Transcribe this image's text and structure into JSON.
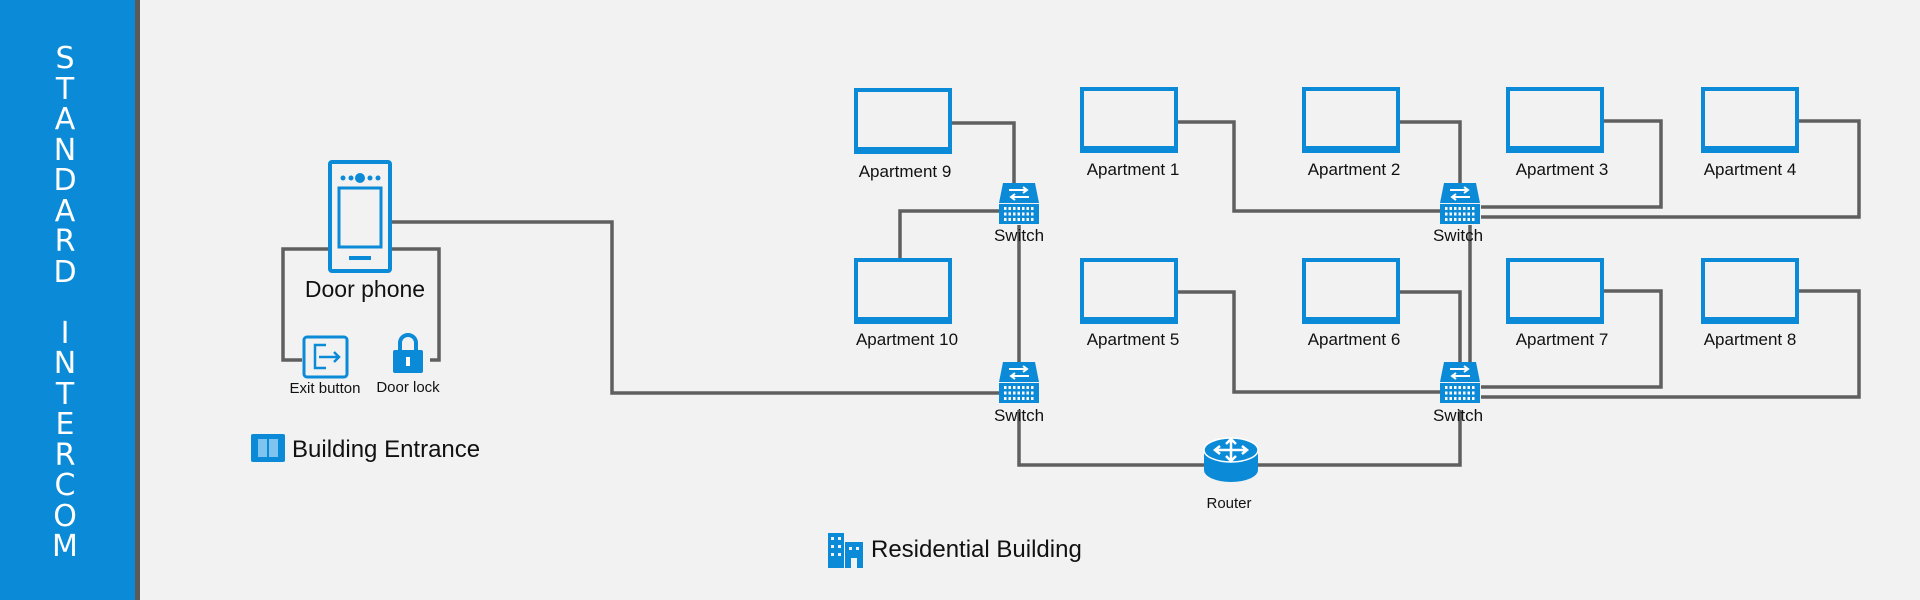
{
  "sidebar": {
    "title": "STANDARD INTERCOM"
  },
  "entrance": {
    "door_phone": "Door phone",
    "exit_button": "Exit button",
    "door_lock": "Door lock",
    "section_title": "Building Entrance"
  },
  "building": {
    "section_title": "Residential Building",
    "apartments": [
      "Apartment 9",
      "Apartment 1",
      "Apartment 2",
      "Apartment 3",
      "Apartment 4",
      "Apartment 10",
      "Apartment 5",
      "Apartment 6",
      "Apartment 7",
      "Apartment 8"
    ],
    "switch_label": "Switch",
    "router_label": "Router"
  },
  "colors": {
    "accent": "#0b8ad8",
    "line": "#5f5f5f",
    "background": "#f2f2f2"
  },
  "icons": [
    "door-phone-icon",
    "exit-button-icon",
    "door-lock-icon",
    "door-icon",
    "building-icon",
    "monitor-icon",
    "switch-icon",
    "router-icon"
  ]
}
